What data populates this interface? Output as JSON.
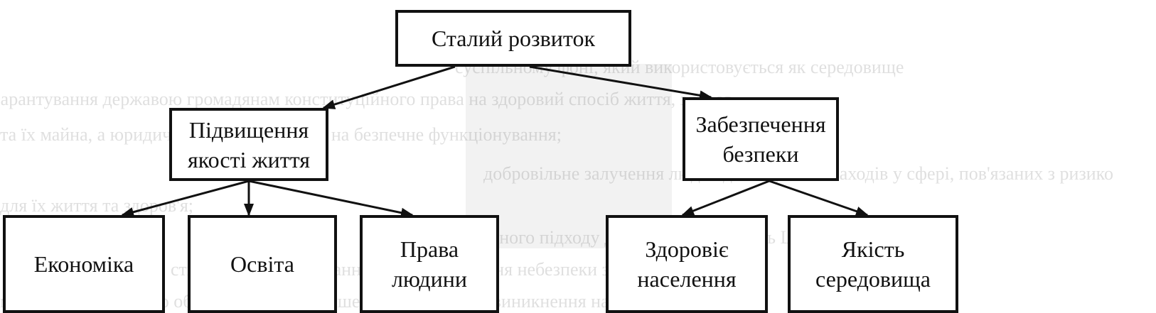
{
  "background_text": [
    "суспільному фоні, який використовується як середовище",
    "гарантування державою громадянам конституційного права на здоровий спосіб життя, здоров",
    "та їх майна, а юридичним особам – права на безпечне функціонування;",
    "добровільне залучення людей до з'ясування заходів у сфері, пов'язаних з ризико",
    "для їх життя та здоров'я;",
    "комплексного підходу до вирішення завдань ЦЗ;",
    "створення системи раннього попередження небезпеки з метою запобігання",
    "можливо, економічно обґрунтованого зменшення ймовірності виникнення надзвичайних"
  ],
  "nodes": {
    "root": "Сталий  розвиток",
    "quality": "Підвищення\nякості життя",
    "safety": "Забезпечення\nбезпеки",
    "economy": "Економіка",
    "education": "Освіта",
    "rights": "Права\nлюдини",
    "health": "Здоровіє\nнаселення",
    "environment": "Якість\nсередовища"
  },
  "edges": [
    [
      "root",
      "quality"
    ],
    [
      "root",
      "safety"
    ],
    [
      "quality",
      "economy"
    ],
    [
      "quality",
      "education"
    ],
    [
      "quality",
      "rights"
    ],
    [
      "safety",
      "health"
    ],
    [
      "safety",
      "environment"
    ]
  ]
}
